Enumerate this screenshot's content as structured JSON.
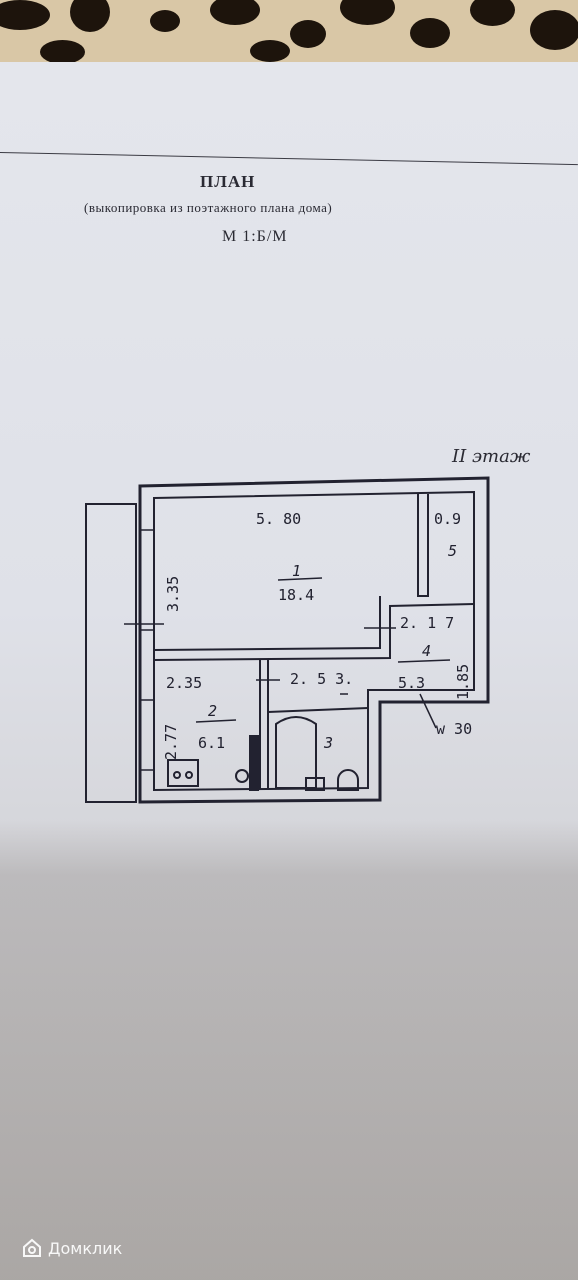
{
  "document": {
    "title": "ПЛАН",
    "subtitle": "(выкопировка из поэтажного плана дома)",
    "scale": "М 1:Б/М",
    "floor": "II этаж"
  },
  "plan": {
    "room1": {
      "number": "1",
      "area": "18.4",
      "width": "5. 80",
      "height": "3.35"
    },
    "room2": {
      "number": "2",
      "area": "6.1",
      "width": "2.35",
      "height": "2.77"
    },
    "room3": {
      "number": "3"
    },
    "room4": {
      "number": "4",
      "area": "5.3",
      "width": "2. 1 7",
      "height": "1.85",
      "width2": "2. 5 3."
    },
    "room5": {
      "number": "5",
      "width": "0.9"
    },
    "wall_note": "w 30"
  },
  "watermark": {
    "brand": "Домклик"
  },
  "colors": {
    "ink": "#222230",
    "paper": "#e2e4ea"
  }
}
